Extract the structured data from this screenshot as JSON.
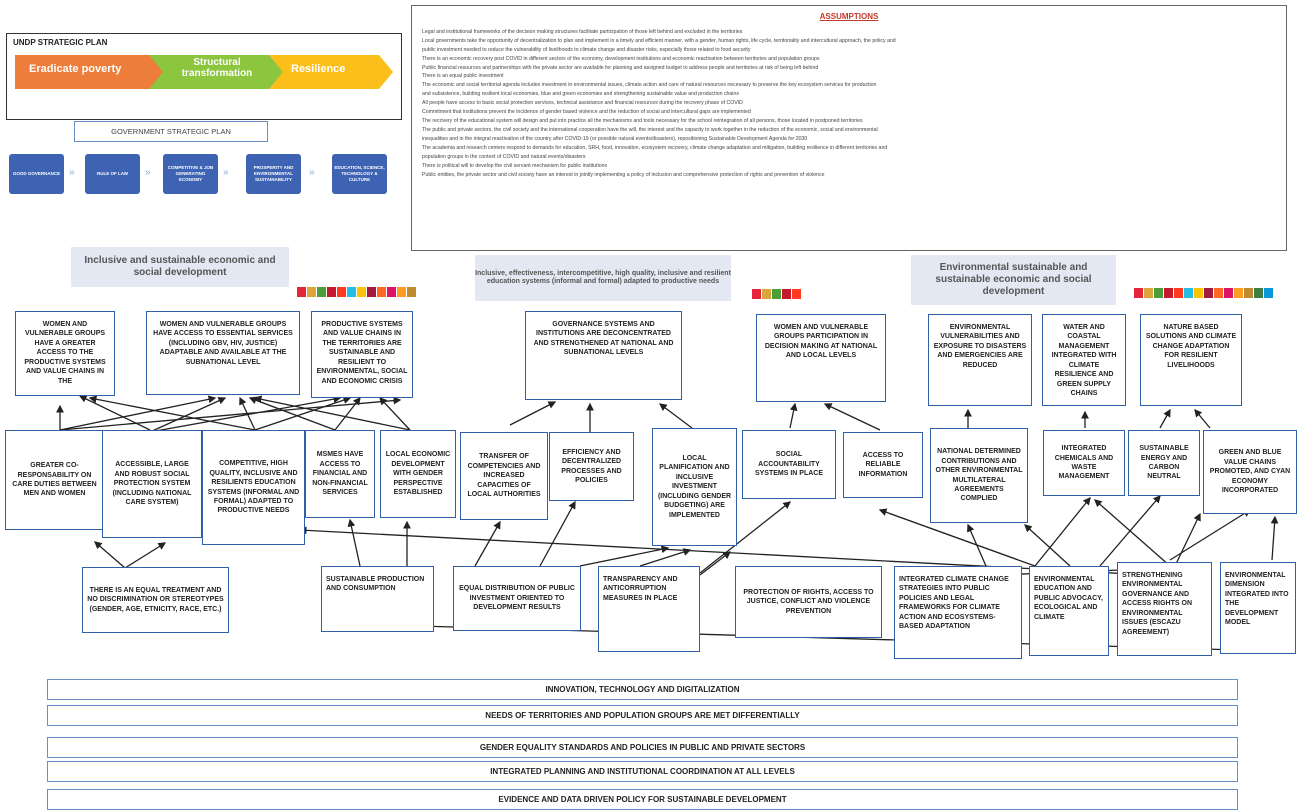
{
  "undp": {
    "title": "UNDP STRATEGIC PLAN",
    "chevrons": [
      {
        "label": "Eradicate poverty",
        "color": "#ec7d3a"
      },
      {
        "label": "Structural transformation",
        "color": "#8cc63f"
      },
      {
        "label": "Resilience",
        "color": "#fbbf1c"
      }
    ]
  },
  "government": {
    "title": "GOVERNMENT STRATEGIC PLAN",
    "steps": [
      "GOOD GOVERNANCE",
      "RULE OF LAW",
      "COMPETITIVE & JOB GENERATING ECONOMY",
      "PROSPERITY AND ENVIRONMENTAL SUSTAINABILITY",
      "EDUCATION, SCIENCE, TECHNOLOGY & CULTURE"
    ]
  },
  "assumptions": {
    "title": "ASSUMPTIONS",
    "lines": [
      "Legal and institutional frameworks of the decision making structures facilitate participation of those left behind and excluded in the territories",
      "Local governments take the opportunity of decentralization to plan and implement in a timely and efficient manner, with a gender, human rights, life cycle, territoriality and intercultural approach, the policy and",
      "public investment needed to reduce the vulnerability of livelihoods to climate change and disaster risks, especially those related to food security",
      "There is an economic recovery post COVID in different sectors of the economy, development institutions and economic reactivation between territories and population groups",
      "Public financial resources and partnerships with the private sector are available for planning and assigned budget to address people and territories at risk of being left behind",
      "There is an equal public investment",
      "The economic and social territorial agenda includes investment in environmental issues, climate action and care of natural resources necessary to preserve the key ecosystem services for production",
      "and subsistence, building resilient local economies, blue and green economies and strengthening sustainable value and production chains",
      "All people have access to basic social protection services, technical assistance and financial resources during the recovery phase of COVID",
      "Commitment that institutions prevent the incidence of gender based violence and the reduction of social and intercultural gaps are implemented",
      "The recovery of the educational system will design and put into practice all the mechanisms and tools necessary for the school reintegration of all persons, those located in postponed territories",
      "The public and private sectors, the civil society and the international cooperation have the will, the interest and the capacity to work together in the reduction of the economic, social and environmental",
      "inequalities and in the integral reactivation of the country after COVID-19 (or possible natural events/disasters), repositioning Sustainable Development Agenda for 2030",
      "The academia and research centers respond to demands for education, SRH, food, innovation, ecosystem recovery, climate change adaptation and mitigation, building resilience in different territories and",
      "population groups in the context of COVID and natural events/disasters",
      "There is political will to develop the civil servant mechanism for public institutions",
      "Public entities, the private sector and civil society have an interest in jointly implementing a policy of inclusion and comprehensive protection of rights and prevention of violence"
    ]
  },
  "axes": [
    {
      "title": "Inclusive and sustainable economic and social development"
    },
    {
      "title": "Inclusive, effectiveness, intercompetitive, high quality, inclusive and resilient education systems (informal and formal) adapted to productive needs"
    },
    {
      "title": "Environmental sustainable and sustainable economic and social development"
    }
  ],
  "sdg_colors": [
    "#e5243b",
    "#dda63a",
    "#4c9f38",
    "#c5192d",
    "#ff3a21",
    "#26bde2",
    "#fcc30b",
    "#a21942",
    "#fd6925",
    "#dd1367",
    "#fd9d24",
    "#bf8b2e",
    "#3f7e44",
    "#0a97d9",
    "#56c02b",
    "#00689d"
  ],
  "outcomes": [
    "WOMEN AND VULNERABLE GROUPS HAVE A GREATER ACCESS TO THE PRODUCTIVE SYSTEMS AND VALUE CHAINS IN THE",
    "WOMEN AND VULNERABLE GROUPS HAVE ACCESS TO ESSENTIAL SERVICES (INCLUDING GBV, HIV, JUSTICE) ADAPTABLE AND AVAILABLE AT THE SUBNATIONAL LEVEL",
    "PRODUCTIVE SYSTEMS AND VALUE CHAINS IN THE TERRITORIES ARE SUSTAINABLE AND RESILIENT TO ENVIRONMENTAL, SOCIAL AND ECONOMIC CRISIS",
    "GOVERNANCE SYSTEMS AND INSTITUTIONS ARE DECONCENTRATED AND STRENGTHENED AT NATIONAL AND SUBNATIONAL LEVELS",
    "WOMEN AND VULNERABLE GROUPS PARTICIPATION IN DECISION MAKING AT NATIONAL AND LOCAL LEVELS",
    "ENVIRONMENTAL VULNERABILITIES AND EXPOSURE TO DISASTERS AND EMERGENCIES ARE REDUCED",
    "WATER AND COASTAL MANAGEMENT INTEGRATED WITH CLIMATE RESILIENCE AND GREEN SUPPLY CHAINS",
    "NATURE BASED SOLUTIONS AND CLIMATE CHANGE ADAPTATION FOR RESILIENT LIVELIHOODS"
  ],
  "outputs": [
    "GREATER CO-RESPONSABILITY ON CARE DUTIES BETWEEN MEN AND WOMEN",
    "ACCESSIBLE, LARGE AND ROBUST SOCIAL PROTECTION SYSTEM (INCLUDING NATIONAL CARE SYSTEM)",
    "COMPETITIVE, HIGH QUALITY, INCLUSIVE AND RESILIENTS EDUCATION SYSTEMS (INFORMAL AND FORMAL) ADAPTED TO PRODUCTIVE NEEDS",
    "MSMEs HAVE ACCESS TO FINANCIAL AND NON-FINANCIAL SERVICES",
    "LOCAL ECONOMIC DEVELOPMENT WITH GENDER PERSPECTIVE ESTABLISHED",
    "TRANSFER OF COMPETENCIES AND INCREASED CAPACITIES OF LOCAL AUTHORITIES",
    "EFFICIENCY AND DECENTRALIZED PROCESSES AND POLICIES",
    "LOCAL PLANIFICATION AND INCLUSIVE INVESTMENT (INCLUDING GENDER BUDGETING) ARE IMPLEMENTED",
    "SOCIAL ACCOUNTABILITY SYSTEMS IN PLACE",
    "ACCESS TO RELIABLE INFORMATION",
    "NATIONAL DETERMINED CONTRIBUTIONS AND OTHER ENVIRONMENTAL MULTILATERAL AGREEMENTS COMPLIED",
    "INTEGRATED CHEMICALS AND WASTE MANAGEMENT",
    "SUSTAINABLE ENERGY AND CARBON NEUTRAL",
    "GREEN AND BLUE VALUE CHAINS PROMOTED, AND CYAN ECONOMY INCORPORATED"
  ],
  "activities": [
    "THERE IS AN EQUAL TREATMENT AND NO DISCRIMINATION OR STEREOTYPES (GENDER, AGE, ETNICITY, RACE, ETC.)",
    "SUSTAINABLE PRODUCTION AND CONSUMPTION",
    "EQUAL DISTRIBUTION OF PUBLIC INVESTMENT ORIENTED TO DEVELOPMENT RESULTS",
    "TRANSPARENCY AND ANTICORRUPTION MEASURES IN PLACE",
    "PROTECTION OF RIGHTS, ACCESS TO JUSTICE, CONFLICT AND VIOLENCE PREVENTION",
    "INTEGRATED CLIMATE CHANGE STRATEGIES INTO PUBLIC POLICIES AND LEGAL FRAMEWORKS FOR CLIMATE ACTION AND ECOSYSTEMS-BASED ADAPTATION",
    "ENVIRONMENTAL EDUCATION AND PUBLIC ADVOCACY, ECOLOGICAL AND CLIMATE",
    "STRENGTHENING ENVIRONMENTAL GOVERNANCE AND ACCESS RIGHTS ON ENVIRONMENTAL ISSUES (ESCAZU AGREEMENT)",
    "ENVIRONMENTAL DIMENSION INTEGRATED INTO THE DEVELOPMENT MODEL"
  ],
  "enablers": [
    "INNOVATION, TECHNOLOGY AND DIGITALIZATION",
    "NEEDS OF TERRITORIES AND POPULATION GROUPS ARE MET DIFFERENTIALLY",
    "GENDER EQUALITY STANDARDS AND POLICIES IN PUBLIC AND PRIVATE SECTORS",
    "INTEGRATED PLANNING AND INSTITUTIONAL COORDINATION AT ALL LEVELS",
    "EVIDENCE AND DATA DRIVEN POLICY FOR SUSTAINABLE DEVELOPMENT"
  ]
}
